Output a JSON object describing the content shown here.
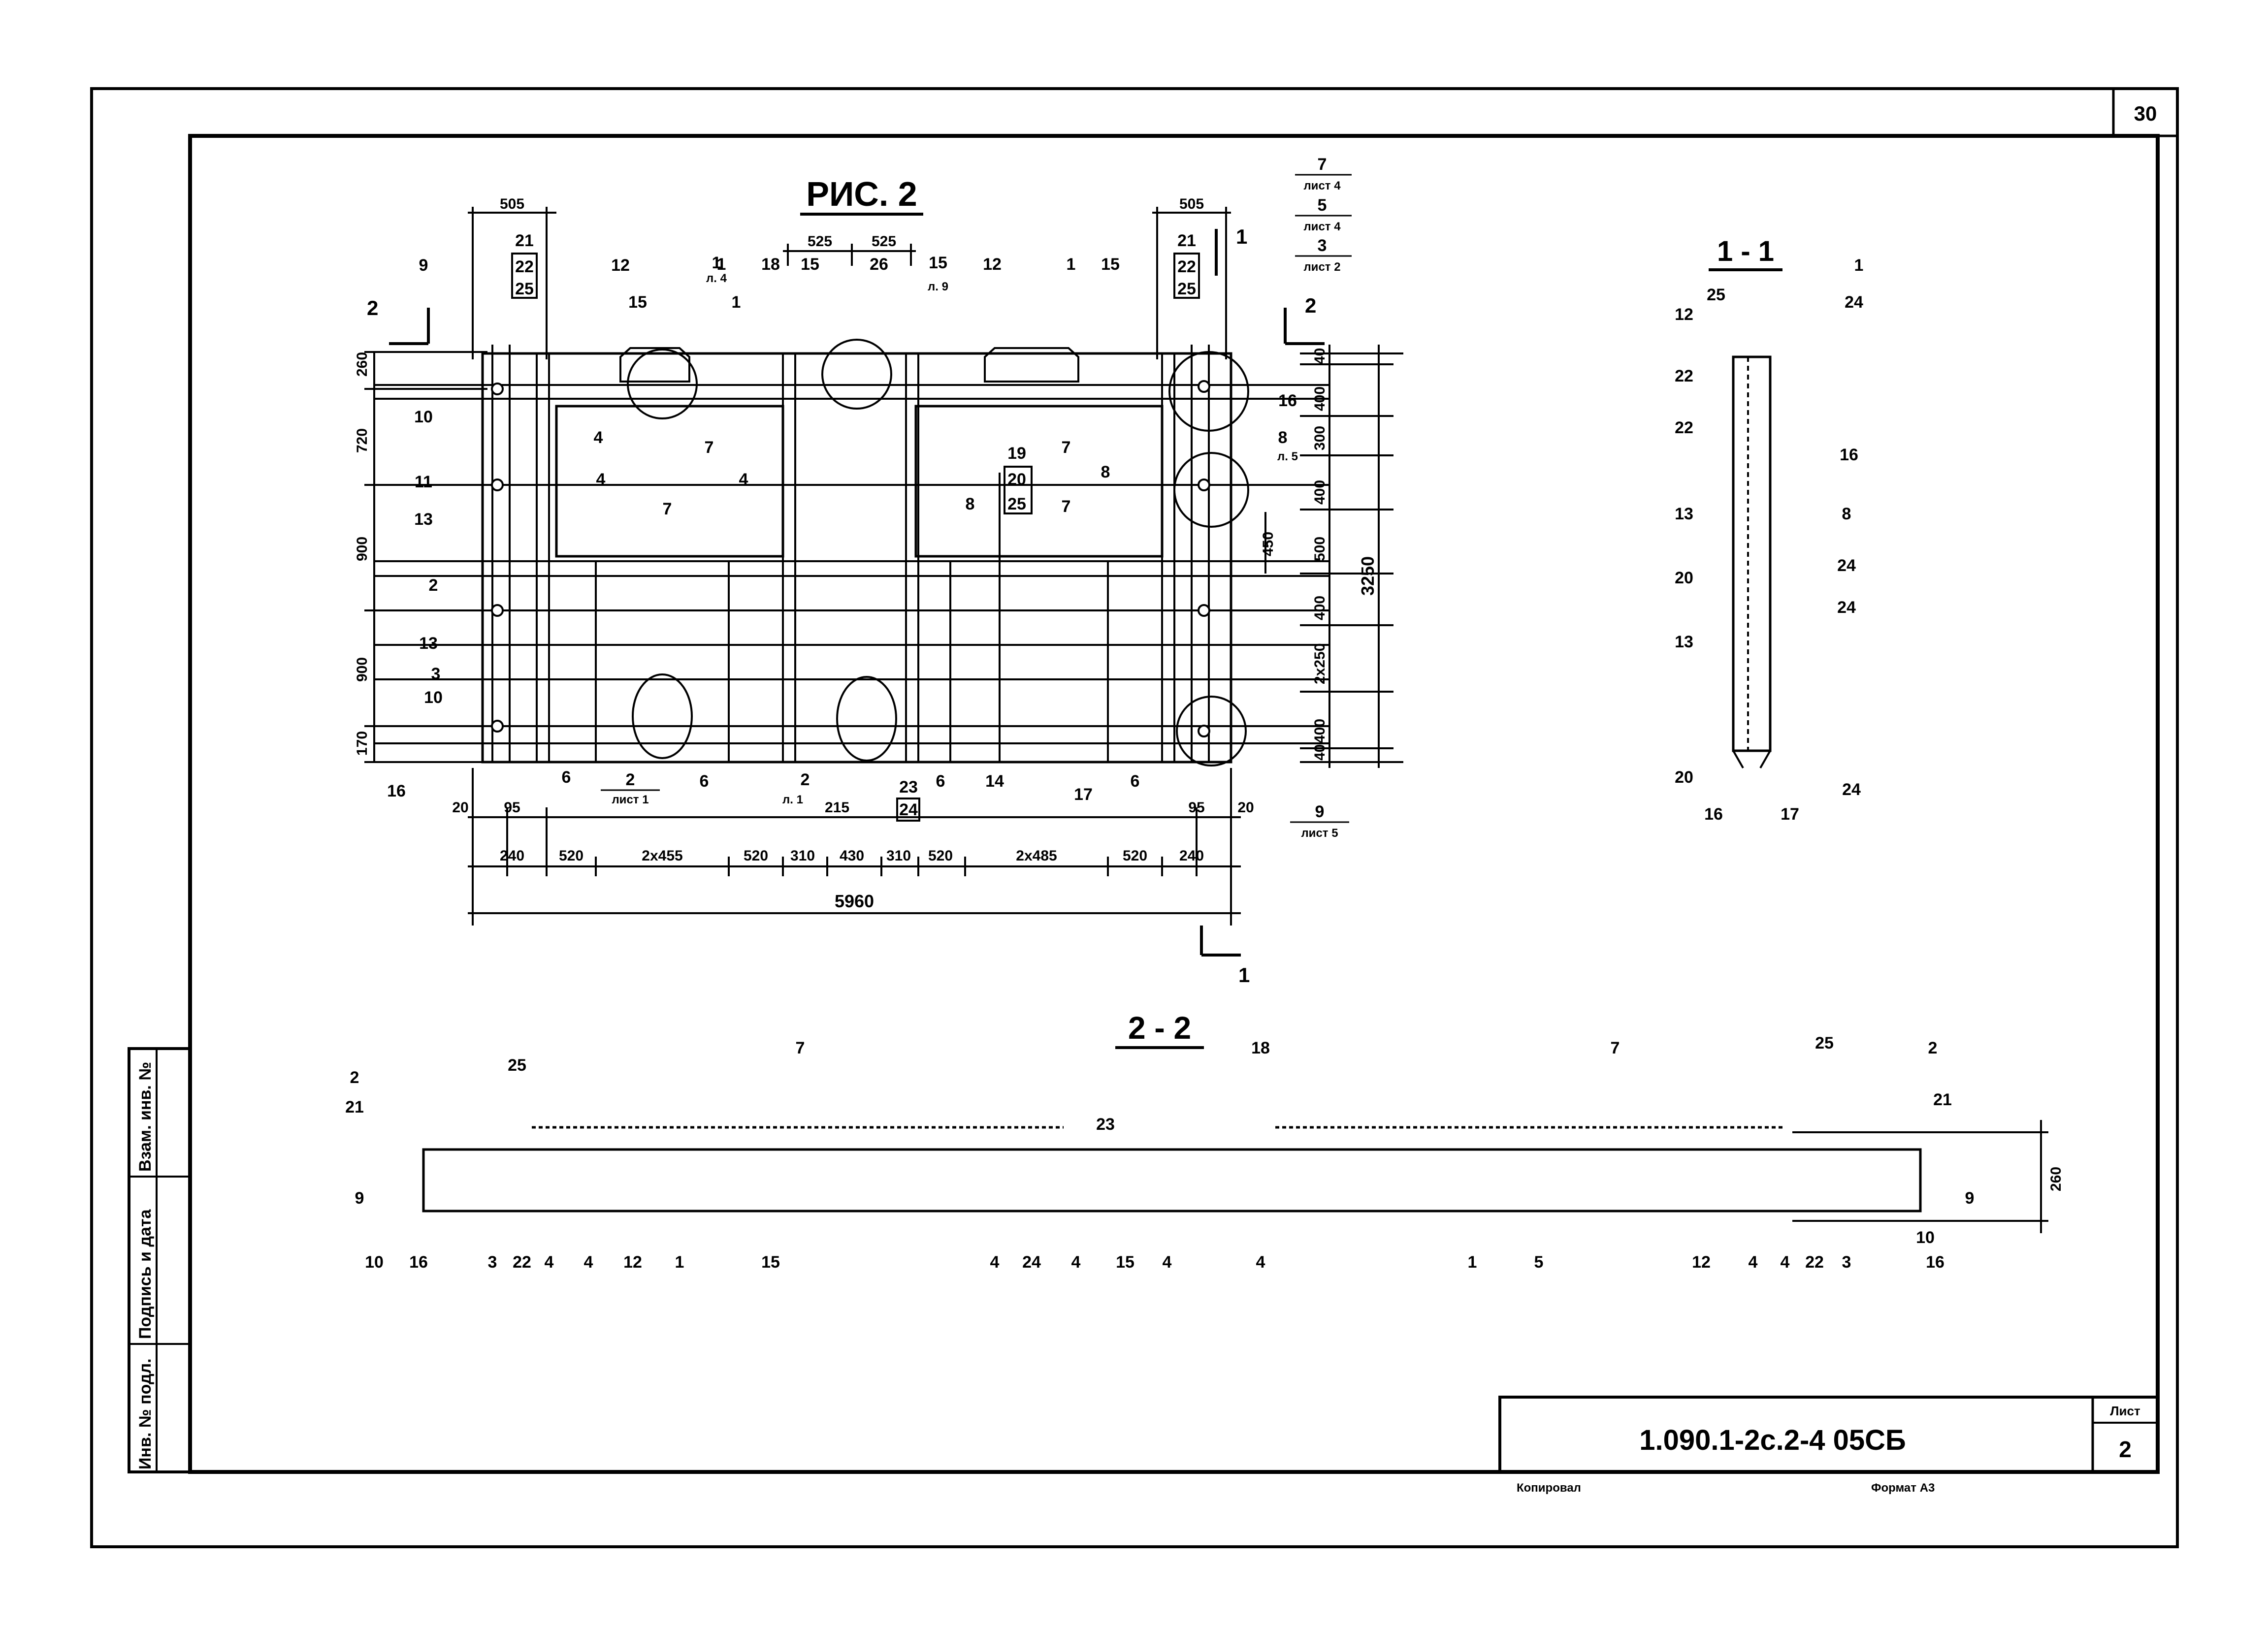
{
  "page_number": "30",
  "figure_title": "РИС. 2",
  "section_1_title": "1 - 1",
  "section_2_title": "2 - 2",
  "section_markers": {
    "cut2": "2",
    "cut1": "1"
  },
  "stamp": {
    "code": "1.090.1-2с.2-4   05СБ",
    "sheet_label": "Лист",
    "sheet_number": "2",
    "copied": "Копировал",
    "format": "Формат А3"
  },
  "side_block": {
    "inv_no": "Инв. № подл.",
    "sign_date": "Подпись и дата",
    "replace_inv": "Взам. инв. №"
  },
  "top_refs": {
    "ref_7": "7",
    "ref_7_sheet": "лист 4",
    "ref_5": "5",
    "ref_5_sheet": "лист 4",
    "ref_3": "3",
    "ref_3_sheet": "лист 2",
    "ref_9": "9",
    "ref_9_sheet": "лист 5",
    "ref_2": "2",
    "ref_2_sheet": "лист 1",
    "ref_8": "8",
    "ref_8_sheet": "л. 5",
    "ref_1": "1",
    "ref_1_sheet": "л. 4",
    "ref_15": "15",
    "ref_15_sheet": "л. 9",
    "ref_2b": "2",
    "ref_2b_sheet": "л. 1"
  },
  "plan_dims": {
    "top_505_left": "505",
    "top_505_right": "505",
    "top_525_a": "525",
    "top_525_b": "525",
    "left": [
      "260",
      "720",
      "900",
      "900",
      "170"
    ],
    "right": [
      "40",
      "400",
      "300",
      "400",
      "500",
      "400",
      "2x250",
      "400",
      "40"
    ],
    "right_450": "450",
    "total_height": "3250",
    "bottom_row1": [
      "20",
      "95",
      "215",
      "95",
      "20"
    ],
    "bottom_row2": [
      "240",
      "520",
      "2x455",
      "520",
      "310",
      "430",
      "310",
      "520",
      "2x485",
      "520",
      "240"
    ],
    "total_width": "5960"
  },
  "plan_labels": {
    "boxed_left": [
      "21",
      "22",
      "25"
    ],
    "boxed_right": [
      "21",
      "22",
      "25"
    ],
    "boxed_center": [
      "19",
      "20",
      "25"
    ],
    "boxed_23_24": [
      "23",
      "24"
    ],
    "left_side": [
      "9",
      "10",
      "11",
      "13",
      "2",
      "13",
      "3",
      "10",
      "16"
    ],
    "top": [
      "12",
      "15",
      "1",
      "1",
      "18",
      "15",
      "26",
      "15",
      "12",
      "1",
      "15"
    ],
    "interior": [
      "4",
      "4",
      "4",
      "7",
      "7",
      "7",
      "7",
      "8",
      "8",
      "16"
    ],
    "bottom": [
      "6",
      "6",
      "6",
      "14",
      "17",
      "6"
    ]
  },
  "section11_labels": {
    "left": [
      "12",
      "25",
      "22",
      "22",
      "13",
      "20",
      "13",
      "20",
      "16"
    ],
    "right": [
      "1",
      "24",
      "16",
      "8",
      "24",
      "24",
      "24",
      "17"
    ]
  },
  "section22_labels": {
    "top": [
      "2",
      "25",
      "21",
      "7",
      "23",
      "18",
      "7",
      "25",
      "2",
      "21"
    ],
    "bottom": [
      "9",
      "10",
      "16",
      "3",
      "22",
      "4",
      "4",
      "12",
      "1",
      "15",
      "4",
      "24",
      "4",
      "15",
      "4",
      "4",
      "1",
      "5",
      "12",
      "4",
      "4",
      "22",
      "3",
      "16",
      "10",
      "9"
    ],
    "height": "260"
  }
}
